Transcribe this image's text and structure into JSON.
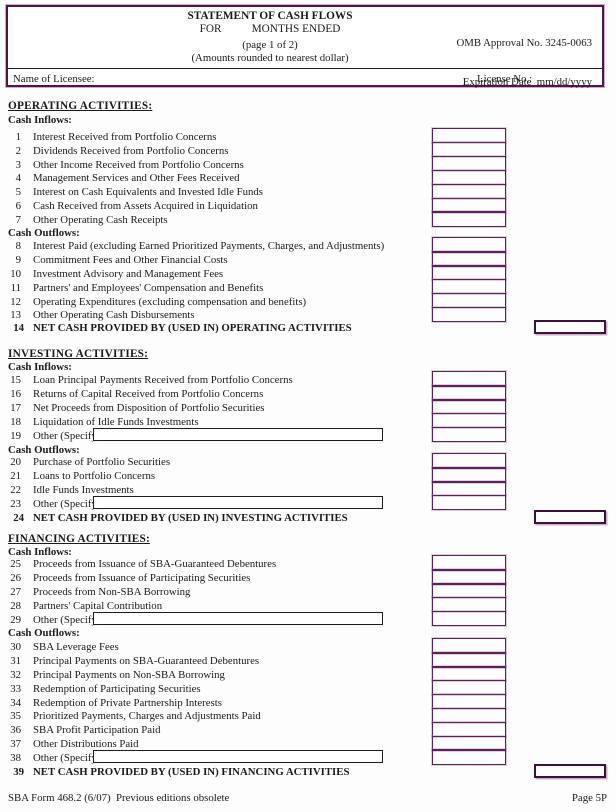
{
  "header": {
    "title": "STATEMENT OF CASH FLOWS",
    "for_label": "FOR",
    "months_label": "MONTHS ENDED",
    "page_note": "(page 1 of 2)",
    "amounts_note": "(Amounts rounded to nearest dollar)",
    "omb": "OMB Approval No. 3245-0063",
    "expiration": "Expiration Date  mm/dd/yyyy",
    "licensee_label": "Name of Licensee:",
    "license_no_label": "License No.:"
  },
  "sections": [
    {
      "title": "OPERATING ACTIVITIES:",
      "groups": [
        {
          "heading": "Cash Inflows:",
          "rows": [
            {
              "num": "1",
              "label": "Interest Received from Portfolio Concerns"
            },
            {
              "num": "2",
              "label": "Dividends Received from Portfolio Concerns"
            },
            {
              "num": "3",
              "label": "Other Income Received from Portfolio Concerns"
            },
            {
              "num": "4",
              "label": "Management Services and Other Fees Received"
            },
            {
              "num": "5",
              "label": "Interest on Cash Equivalents and Invested Idle Funds"
            },
            {
              "num": "6",
              "label": "Cash Received from Assets Acquired in Liquidation"
            },
            {
              "num": "7",
              "label": "Other Operating Cash Receipts"
            }
          ]
        },
        {
          "heading": "Cash Outflows:",
          "rows": [
            {
              "num": "8",
              "label": "Interest Paid (excluding Earned Prioritized Payments, Charges, and Adjustments)"
            },
            {
              "num": "9",
              "label": "Commitment Fees and Other Financial Costs"
            },
            {
              "num": "10",
              "label": "Investment Advisory and Management Fees"
            },
            {
              "num": "11",
              "label": "Partners' and Employees' Compensation and Benefits"
            },
            {
              "num": "12",
              "label": "Operating Expenditures (excluding compensation and benefits)"
            },
            {
              "num": "13",
              "label": "Other Operating Cash Disbursements"
            }
          ]
        }
      ],
      "net": {
        "num": "14",
        "label": "NET CASH PROVIDED BY (USED IN) OPERATING ACTIVITIES"
      }
    },
    {
      "title": "INVESTING ACTIVITIES:",
      "groups": [
        {
          "heading": "Cash Inflows:",
          "rows": [
            {
              "num": "15",
              "label": "Loan Principal Payments Received from Portfolio Concerns"
            },
            {
              "num": "16",
              "label": "Returns of Capital Received from Portfolio Concerns"
            },
            {
              "num": "17",
              "label": "Net Proceeds from Disposition of Portfolio Securities"
            },
            {
              "num": "18",
              "label": "Liquidation of Idle Funds Investments"
            },
            {
              "num": "19",
              "label": "Other (Specify)",
              "specify": true
            }
          ]
        },
        {
          "heading": "Cash Outflows:",
          "rows": [
            {
              "num": "20",
              "label": "Purchase of Portfolio Securities"
            },
            {
              "num": "21",
              "label": "Loans to Portfolio Concerns"
            },
            {
              "num": "22",
              "label": "Idle Funds Investments"
            },
            {
              "num": "23",
              "label": "Other (Specify)",
              "specify": true
            }
          ]
        }
      ],
      "net": {
        "num": "24",
        "label": "NET CASH PROVIDED BY (USED IN) INVESTING ACTIVITIES"
      }
    },
    {
      "title": "FINANCING ACTIVITIES:",
      "groups": [
        {
          "heading": "Cash Inflows:",
          "rows": [
            {
              "num": "25",
              "label": "Proceeds from Issuance of SBA-Guaranteed Debentures"
            },
            {
              "num": "26",
              "label": "Proceeds from Issuance of Participating Securities"
            },
            {
              "num": "27",
              "label": "Proceeds from Non-SBA Borrowing"
            },
            {
              "num": "28",
              "label": "Partners' Capital Contribution"
            },
            {
              "num": "29",
              "label": "Other (Specify)",
              "specify": true
            }
          ]
        },
        {
          "heading": "Cash Outflows:",
          "rows": [
            {
              "num": "30",
              "label": "SBA Leverage Fees"
            },
            {
              "num": "31",
              "label": "Principal Payments on SBA-Guaranteed Debentures"
            },
            {
              "num": "32",
              "label": "Principal Payments on Non-SBA Borrowing"
            },
            {
              "num": "33",
              "label": "Redemption of Participating Securities"
            },
            {
              "num": "34",
              "label": "Redemption of Private Partnership Interests"
            },
            {
              "num": "35",
              "label": "Prioritized Payments, Charges and Adjustments Paid"
            },
            {
              "num": "36",
              "label": "SBA Profit Participation Paid"
            },
            {
              "num": "37",
              "label": "Other Distributions Paid"
            },
            {
              "num": "38",
              "label": "Other (Specify)",
              "specify": true
            }
          ]
        }
      ],
      "net": {
        "num": "39",
        "label": "NET CASH PROVIDED BY (USED IN) FINANCING ACTIVITIES"
      }
    }
  ],
  "footer": {
    "left": "SBA Form 468.2 (6/07)  Previous editions obsolete",
    "right": "Page 5P"
  },
  "colors": {
    "accent": "#5b215b",
    "accent_dark": "#3c1038",
    "accent_light": "#cbadcb",
    "line": "#1c1c1c",
    "bg": "#fdfdfd"
  }
}
